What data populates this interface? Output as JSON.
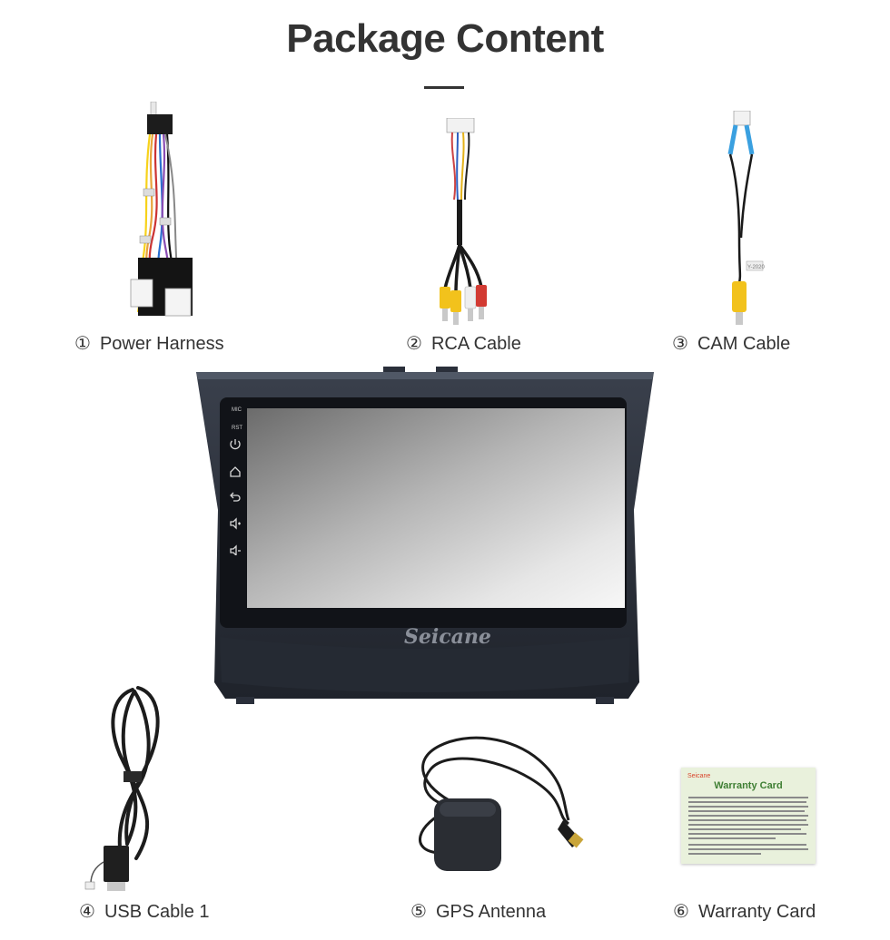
{
  "header": {
    "title": "Package Content"
  },
  "items": [
    {
      "num": "①",
      "label": "Power Harness"
    },
    {
      "num": "②",
      "label": "RCA Cable"
    },
    {
      "num": "③",
      "label": "CAM Cable"
    },
    {
      "num": "④",
      "label": "USB Cable 1"
    },
    {
      "num": "⑤",
      "label": "GPS Antenna"
    },
    {
      "num": "⑥",
      "label": "Warranty Card"
    }
  ],
  "head_unit": {
    "brand": "Seicane",
    "side_labels": {
      "mic": "MIC",
      "rst": "RST"
    },
    "side_icons": [
      "power-icon",
      "home-icon",
      "back-icon",
      "volume-up-icon",
      "volume-down-icon"
    ]
  },
  "warranty_card": {
    "brand": "Seicane",
    "title": "Warranty Card"
  },
  "cam_tag": "Y-2020",
  "colors": {
    "title": "#333333",
    "bezel": "#2a2f3a",
    "card_bg": "#e9f1dc",
    "card_title": "#3f7f34",
    "rca_yellow": "#f2c21c",
    "rca_red": "#d23a32"
  }
}
